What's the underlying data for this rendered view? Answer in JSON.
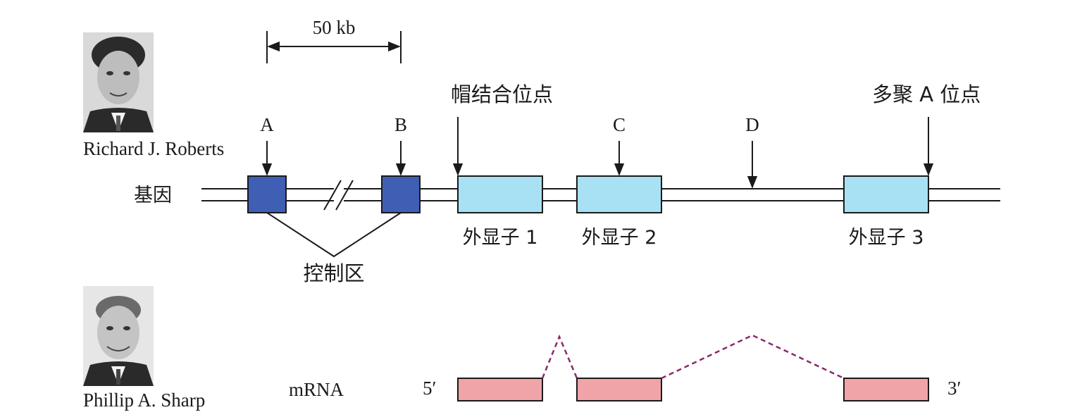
{
  "scale_label": "50 kb",
  "people": {
    "top": {
      "name": "Richard J. Roberts"
    },
    "bottom": {
      "name": "Phillip A. Sharp"
    }
  },
  "gene_label": "基因",
  "site_labels": {
    "A": "A",
    "B": "B",
    "cap": "帽结合位点",
    "C": "C",
    "D": "D",
    "polyA": "多聚 A 位点"
  },
  "exon_labels": [
    "外显子 1",
    "外显子 2",
    "外显子 3"
  ],
  "control_region_label": "控制区",
  "mrna": {
    "label": "mRNA",
    "five_prime": "5′",
    "three_prime": "3′"
  },
  "colors": {
    "control_box": "#3f5fb5",
    "exon_box": "#a7e1f3",
    "mrna_box": "#f0a4a8",
    "splice_line": "#8a2a6a"
  }
}
